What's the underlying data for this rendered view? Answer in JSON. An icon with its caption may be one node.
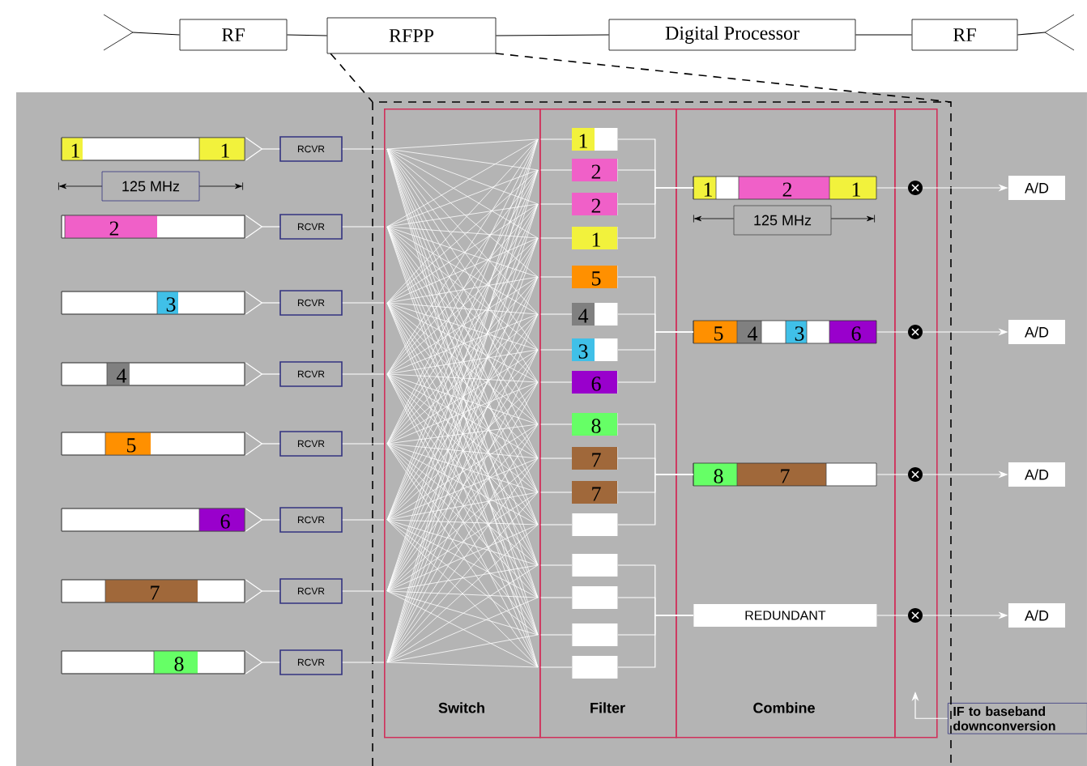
{
  "diagram": {
    "nodes": [
      {
        "text": [],
        "shape": "antenna"
      },
      {
        "text": [
          "RF"
        ]
      },
      {
        "text": [
          "RFPP"
        ]
      },
      {
        "text": [
          "Digital Processor"
        ]
      },
      {
        "text": [
          "RF"
        ]
      },
      {
        "text": [],
        "shape": "antenna"
      },
      {
        "text": [
          "1",
          "1"
        ]
      },
      {
        "text": [
          "2"
        ]
      },
      {
        "text": [
          "3"
        ]
      },
      {
        "text": [
          "4"
        ]
      },
      {
        "text": [
          "5"
        ]
      },
      {
        "text": [
          "6"
        ]
      },
      {
        "text": [
          "7"
        ]
      },
      {
        "text": [
          "8"
        ]
      },
      {
        "text": [
          "RCVR"
        ]
      },
      {
        "text": [
          "RCVR"
        ]
      },
      {
        "text": [
          "RCVR"
        ]
      },
      {
        "text": [
          "RCVR"
        ]
      },
      {
        "text": [
          "RCVR"
        ]
      },
      {
        "text": [
          "RCVR"
        ]
      },
      {
        "text": [
          "RCVR"
        ]
      },
      {
        "text": [
          "RCVR"
        ]
      },
      {
        "text": [
          "Switch"
        ]
      },
      {
        "text": [
          "Filter"
        ]
      },
      {
        "text": [
          "Combine"
        ]
      },
      {
        "text": [
          "1"
        ],
        "in": 23
      },
      {
        "text": [
          "2"
        ],
        "in": 23
      },
      {
        "text": [
          "2"
        ],
        "in": 23
      },
      {
        "text": [
          "1"
        ],
        "in": 23
      },
      {
        "text": [
          "5"
        ],
        "in": 23
      },
      {
        "text": [
          "4"
        ],
        "in": 23
      },
      {
        "text": [
          "3"
        ],
        "in": 23
      },
      {
        "text": [
          "6"
        ],
        "in": 23
      },
      {
        "text": [
          "8"
        ],
        "in": 23
      },
      {
        "text": [
          "7"
        ],
        "in": 23
      },
      {
        "text": [
          "7"
        ],
        "in": 23
      },
      {
        "text": [],
        "shape": "box",
        "in": 23
      },
      {
        "text": [],
        "shape": "box",
        "in": 23
      },
      {
        "text": [],
        "shape": "box",
        "in": 23
      },
      {
        "text": [],
        "shape": "box",
        "in": 23
      },
      {
        "text": [],
        "shape": "box",
        "in": 23
      },
      {
        "text": [
          "1",
          "2",
          "1"
        ],
        "in": 24
      },
      {
        "text": [
          "5",
          "4",
          "3",
          "6"
        ],
        "in": 24
      },
      {
        "text": [
          "8",
          "7"
        ],
        "in": 24
      },
      {
        "text": [
          "REDUNDANT"
        ],
        "in": 24
      },
      {
        "text": [],
        "shape": "box"
      },
      {
        "text": [],
        "shape": "circle",
        "in": 45
      },
      {
        "text": [],
        "shape": "circle",
        "in": 45
      },
      {
        "text": [],
        "shape": "circle",
        "in": 45
      },
      {
        "text": [],
        "shape": "circle",
        "in": 45
      },
      {
        "text": [
          "A/D"
        ]
      },
      {
        "text": [
          "A/D"
        ]
      },
      {
        "text": [
          "A/D"
        ]
      },
      {
        "text": [
          "A/D"
        ]
      },
      {
        "text": [
          "IF to baseband downconversion"
        ]
      }
    ],
    "edges": [
      {
        "from": 0,
        "to": 1,
        "arrow": "none",
        "color": "#000000"
      },
      {
        "from": 1,
        "to": 2,
        "arrow": "none",
        "color": "#000000"
      },
      {
        "from": 2,
        "to": 3,
        "arrow": "none",
        "color": "#000000"
      },
      {
        "from": 3,
        "to": 4,
        "arrow": "none",
        "color": "#000000"
      },
      {
        "from": 4,
        "to": 5,
        "arrow": "none",
        "color": "#000000"
      },
      {
        "from": 6,
        "to": 14,
        "arrow": "other"
      },
      {
        "from": 7,
        "to": 15,
        "arrow": "other"
      },
      {
        "from": 8,
        "to": 16,
        "arrow": "other"
      },
      {
        "from": 9,
        "to": 17,
        "arrow": "other"
      },
      {
        "from": 10,
        "to": 18,
        "arrow": "other"
      },
      {
        "from": 11,
        "to": 19,
        "arrow": "other"
      },
      {
        "from": 12,
        "to": 20,
        "arrow": "other"
      },
      {
        "from": 13,
        "to": 21,
        "arrow": "other"
      },
      {
        "from": 14,
        "to": 22,
        "arrow": "none"
      },
      {
        "from": 15,
        "to": 22,
        "arrow": "none"
      },
      {
        "from": 16,
        "to": 22,
        "arrow": "none"
      },
      {
        "from": 17,
        "to": 22,
        "arrow": "none"
      },
      {
        "from": 18,
        "to": 22,
        "arrow": "none"
      },
      {
        "from": 19,
        "to": 22,
        "arrow": "none"
      },
      {
        "from": 20,
        "to": 22,
        "arrow": "none"
      },
      {
        "from": 21,
        "to": 22,
        "arrow": "none"
      },
      {
        "from": 22,
        "to": 25,
        "arrow": "none"
      },
      {
        "from": 22,
        "to": 26,
        "arrow": "none"
      },
      {
        "from": 22,
        "to": 27,
        "arrow": "none"
      },
      {
        "from": 22,
        "to": 28,
        "arrow": "none"
      },
      {
        "from": 22,
        "to": 29,
        "arrow": "none"
      },
      {
        "from": 22,
        "to": 30,
        "arrow": "none"
      },
      {
        "from": 22,
        "to": 31,
        "arrow": "none"
      },
      {
        "from": 22,
        "to": 32,
        "arrow": "none"
      },
      {
        "from": 22,
        "to": 33,
        "arrow": "none"
      },
      {
        "from": 22,
        "to": 34,
        "arrow": "none"
      },
      {
        "from": 22,
        "to": 35,
        "arrow": "none"
      },
      {
        "from": 22,
        "to": 36,
        "arrow": "none"
      },
      {
        "from": 22,
        "to": 37,
        "arrow": "none"
      },
      {
        "from": 22,
        "to": 38,
        "arrow": "none"
      },
      {
        "from": 22,
        "to": 39,
        "arrow": "none"
      },
      {
        "from": 22,
        "to": 40,
        "arrow": "none"
      },
      {
        "from": 25,
        "to": 41,
        "arrow": "none"
      },
      {
        "from": 26,
        "to": 41,
        "arrow": "none"
      },
      {
        "from": 27,
        "to": 41,
        "arrow": "none"
      },
      {
        "from": 28,
        "to": 41,
        "arrow": "none"
      },
      {
        "from": 29,
        "to": 42,
        "arrow": "none"
      },
      {
        "from": 30,
        "to": 42,
        "arrow": "none"
      },
      {
        "from": 31,
        "to": 42,
        "arrow": "none"
      },
      {
        "from": 32,
        "to": 42,
        "arrow": "none"
      },
      {
        "from": 33,
        "to": 43,
        "arrow": "none"
      },
      {
        "from": 34,
        "to": 43,
        "arrow": "none"
      },
      {
        "from": 35,
        "to": 43,
        "arrow": "none"
      },
      {
        "from": 36,
        "to": 43,
        "arrow": "none"
      },
      {
        "from": 37,
        "to": 44,
        "arrow": "none"
      },
      {
        "from": 38,
        "to": 44,
        "arrow": "none"
      },
      {
        "from": 39,
        "to": 44,
        "arrow": "none"
      },
      {
        "from": 40,
        "to": 44,
        "arrow": "none"
      },
      {
        "from": 41,
        "to": 46,
        "arrow": "none"
      },
      {
        "from": 42,
        "to": 47,
        "arrow": "none"
      },
      {
        "from": 43,
        "to": 48,
        "arrow": "none"
      },
      {
        "from": 44,
        "to": 49,
        "arrow": "none"
      },
      {
        "from": 46,
        "to": 50,
        "arrow": "to"
      },
      {
        "from": 47,
        "to": 51,
        "arrow": "to"
      },
      {
        "from": 48,
        "to": 52,
        "arrow": "to"
      },
      {
        "from": 49,
        "to": 53,
        "arrow": "to"
      },
      {
        "from": 54,
        "to": 45,
        "arrow": "to"
      }
    ],
    "labels": [
      "125 MHz",
      "125 MHz"
    ]
  }
}
